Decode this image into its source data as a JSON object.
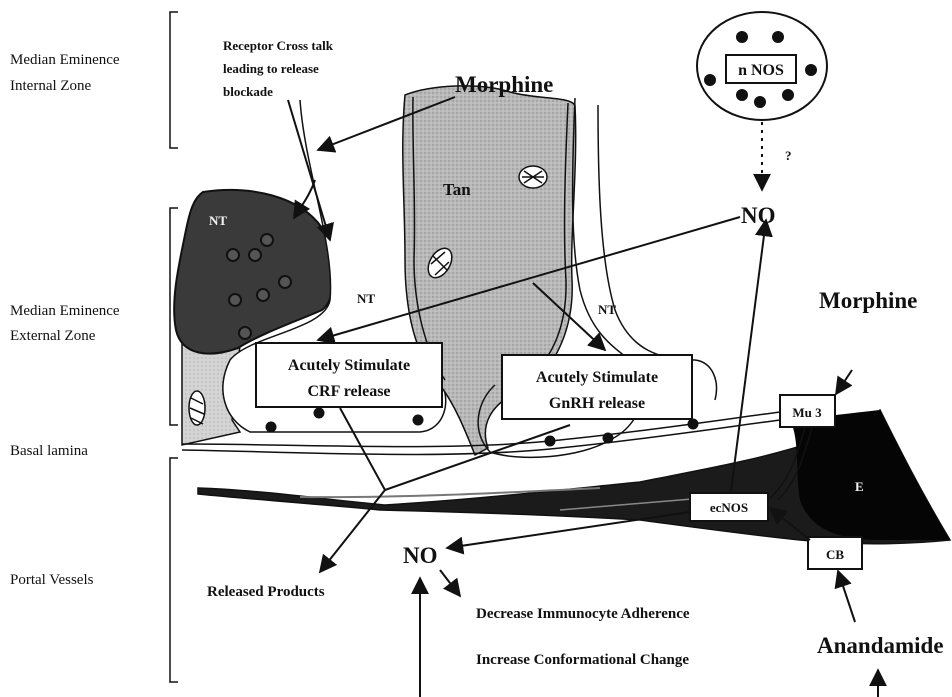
{
  "zones": {
    "internal": [
      "Median Eminence",
      "Internal Zone"
    ],
    "external": [
      "Median Eminence",
      "External Zone"
    ],
    "basal": "Basal lamina",
    "portal": "Portal Vessels"
  },
  "annotations": {
    "receptor": [
      "Receptor Cross talk",
      "leading to release",
      "blockade"
    ],
    "morphine_top": "Morphine",
    "morphine_right": "Morphine",
    "tan": "Tan",
    "nt_dark": "NT",
    "nt_left": "NT",
    "nt_right": "NT",
    "nnos": "n NOS",
    "question": "?",
    "no_top": "NO",
    "no_bottom": "NO",
    "crf": [
      "Acutely Stimulate",
      "CRF release"
    ],
    "gnrh": [
      "Acutely Stimulate",
      "GnRH release"
    ],
    "mu3": "Mu 3",
    "ecnos": "ecNOS",
    "cb": "CB",
    "e": "E",
    "released": "Released Products",
    "decrease": "Decrease Immunocyte Adherence",
    "increase": "Increase Conformational Change",
    "anandamide": "Anandamide"
  },
  "colors": {
    "tanycyte": "#b8b8b8",
    "dark_terminal": "#3a3a3a",
    "endothelium": "#151515",
    "light_gray": "#d0d0d0"
  }
}
